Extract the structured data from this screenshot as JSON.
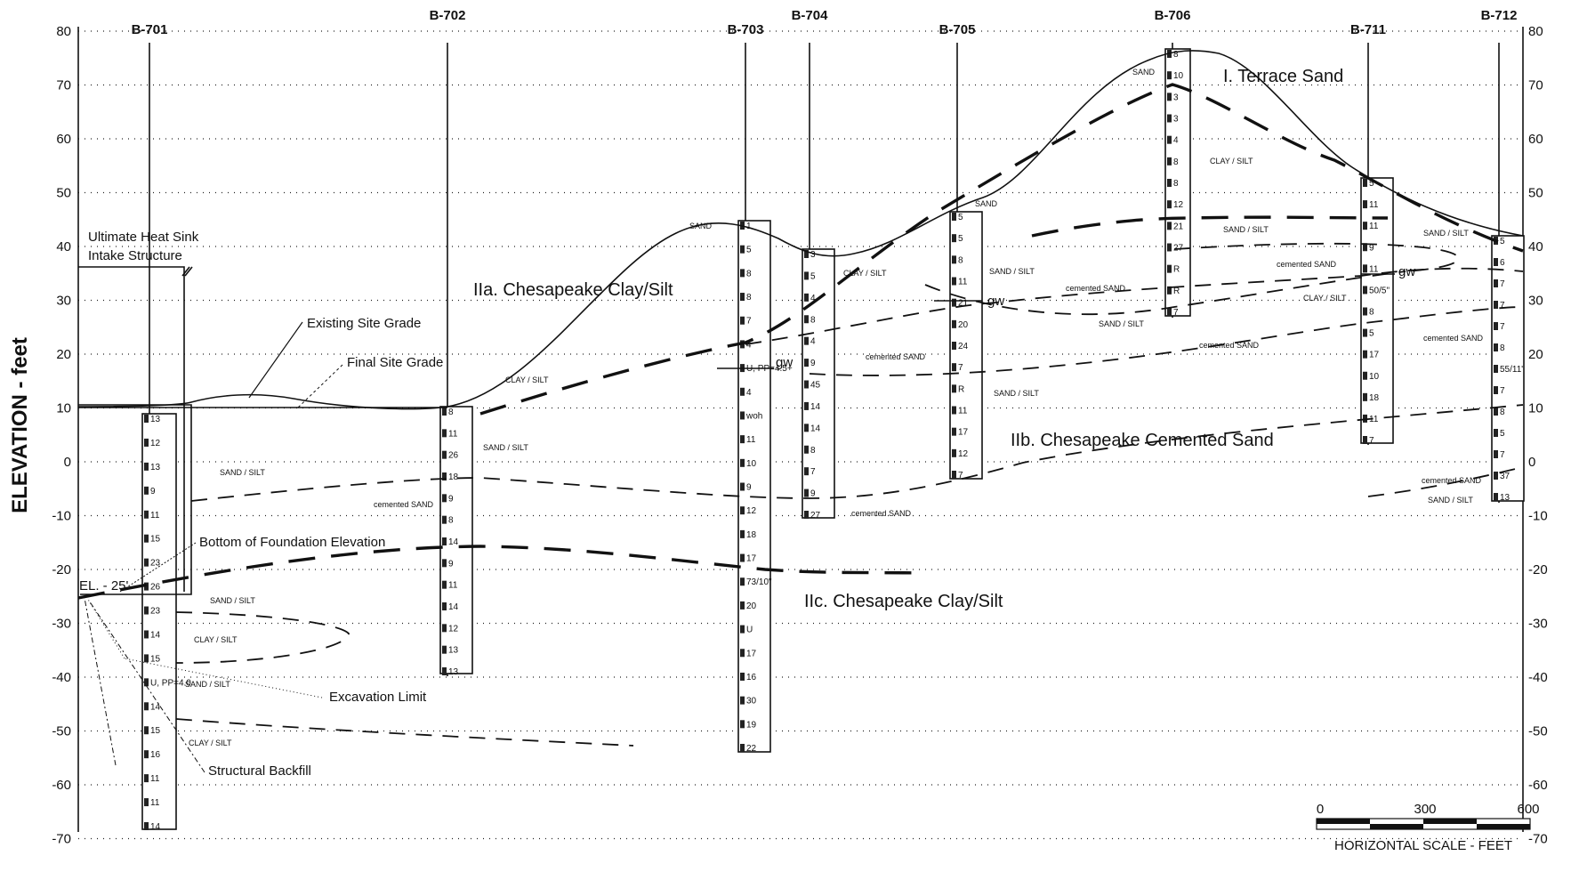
{
  "axis": {
    "ylabel": "ELEVATION - feet",
    "ticks": [
      "80",
      "70",
      "60",
      "50",
      "40",
      "30",
      "20",
      "10",
      "0",
      "-10",
      "-20",
      "-30",
      "-40",
      "-50",
      "-60",
      "-70"
    ]
  },
  "borings": [
    "B-701",
    "B-702",
    "B-703",
    "B-704",
    "B-705",
    "B-706",
    "B-711",
    "B-712"
  ],
  "layers": {
    "terrace": "I. Terrace Sand",
    "clay_a": "IIa. Chesapeake Clay/Silt",
    "cem_b": "IIb. Chesapeake Cemented Sand",
    "clay_c": "IIc. Chesapeake Clay/Silt"
  },
  "annotations": {
    "uhs_line1": "Ultimate Heat Sink",
    "uhs_line2": "Intake Structure",
    "existing_grade": "Existing Site Grade",
    "final_grade": "Final Site Grade",
    "bottom_foundation": "Bottom of Foundation Elevation",
    "el_25": "EL. - 25'",
    "excavation": "Excavation Limit",
    "backfill": "Structural Backfill",
    "gw": "gw"
  },
  "soils": {
    "sand": "SAND",
    "sand_silt": "SAND / SILT",
    "clay_silt": "CLAY / SILT",
    "cemented_sand": "cemented SAND"
  },
  "scale": {
    "label": "HORIZONTAL SCALE - FEET",
    "t0": "0",
    "t300": "300",
    "t600": "600"
  },
  "blows": {
    "b701": [
      "13",
      "12",
      "13",
      "9",
      "11",
      "15",
      "23",
      "26",
      "23",
      "14",
      "15",
      "U, PP=4.0",
      "14",
      "15",
      "16",
      "11",
      "11",
      "14"
    ],
    "b702": [
      "8",
      "11",
      "26",
      "18",
      "9",
      "8",
      "14",
      "9",
      "11",
      "14",
      "12",
      "13",
      "13"
    ],
    "b703": [
      "1",
      "5",
      "8",
      "8",
      "7",
      "4",
      "U, PP=4.5+",
      "4",
      "woh",
      "11",
      "10",
      "9",
      "12",
      "18",
      "17",
      "73/10\"",
      "20",
      "U",
      "17",
      "16",
      "30",
      "19",
      "22"
    ],
    "b704": [
      "3",
      "5",
      "4",
      "8",
      "4",
      "9",
      "45",
      "14",
      "14",
      "8",
      "7",
      "9",
      "27"
    ],
    "b705": [
      "5",
      "5",
      "8",
      "11",
      "21",
      "20",
      "24",
      "7",
      "R",
      "11",
      "17",
      "12",
      "7"
    ],
    "b706": [
      "8",
      "10",
      "3",
      "3",
      "4",
      "8",
      "8",
      "12",
      "21",
      "27",
      "R",
      "R",
      "7"
    ],
    "b711": [
      "5",
      "11",
      "11",
      "9",
      "11",
      "50/5\"",
      "8",
      "5",
      "17",
      "10",
      "18",
      "11",
      "7"
    ],
    "b712": [
      "5",
      "6",
      "7",
      "7",
      "7",
      "8",
      "55/11\"",
      "7",
      "8",
      "5",
      "7",
      "37",
      "13"
    ]
  }
}
